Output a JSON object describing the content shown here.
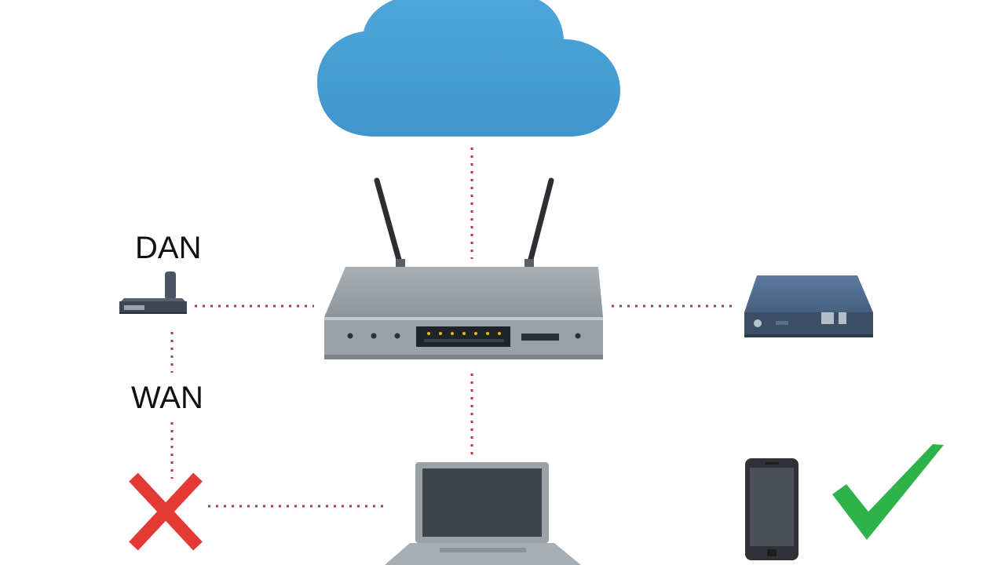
{
  "labels": {
    "dan": "DAN",
    "wan": "WAN"
  },
  "nodes": [
    {
      "name": "cloud",
      "icon": "cloud-icon"
    },
    {
      "name": "router",
      "icon": "router-icon"
    },
    {
      "name": "modem",
      "icon": "modem-icon"
    },
    {
      "name": "set-top-box",
      "icon": "set-top-box-icon"
    },
    {
      "name": "laptop",
      "icon": "laptop-icon"
    },
    {
      "name": "smartphone",
      "icon": "smartphone-icon"
    }
  ],
  "status_marks": [
    {
      "icon": "cross-icon",
      "color": "#e53935"
    },
    {
      "icon": "check-icon",
      "color": "#2eb34a"
    }
  ],
  "colors": {
    "cloud": "#4a9fd4",
    "link": "#b23a48",
    "router_body": "#8f969c",
    "device_dark": "#3d4a5c"
  }
}
